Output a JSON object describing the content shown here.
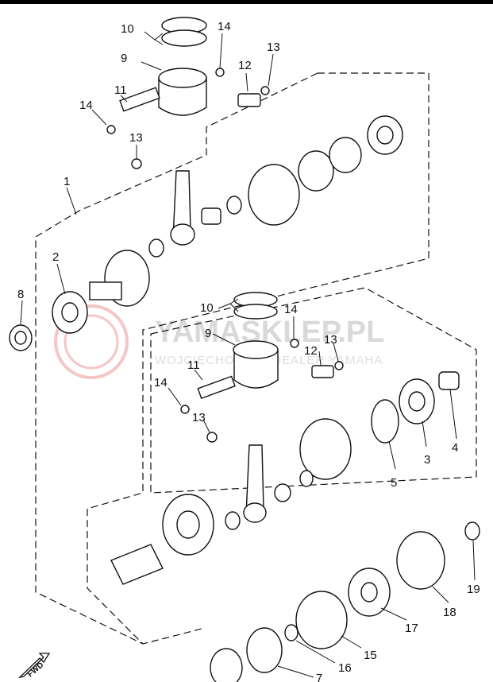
{
  "watermark": {
    "title": "YAMASKLEP.PL",
    "subtitle": "WOJCIECHOWICZ DEALER YAMAHA"
  },
  "fwd_label": "FWD",
  "callouts": [
    {
      "id": "c10a",
      "text": "10"
    },
    {
      "id": "c14a",
      "text": "14"
    },
    {
      "id": "c9a",
      "text": "9"
    },
    {
      "id": "c12a",
      "text": "12"
    },
    {
      "id": "c13a",
      "text": "13"
    },
    {
      "id": "c11a",
      "text": "11"
    },
    {
      "id": "c14b",
      "text": "14"
    },
    {
      "id": "c13b",
      "text": "13"
    },
    {
      "id": "c1",
      "text": "1"
    },
    {
      "id": "c2",
      "text": "2"
    },
    {
      "id": "c8",
      "text": "8"
    },
    {
      "id": "c10b",
      "text": "10"
    },
    {
      "id": "c14c",
      "text": "14"
    },
    {
      "id": "c9b",
      "text": "9"
    },
    {
      "id": "c12b",
      "text": "12"
    },
    {
      "id": "c13c",
      "text": "13"
    },
    {
      "id": "c11b",
      "text": "11"
    },
    {
      "id": "c14d",
      "text": "14"
    },
    {
      "id": "c13d",
      "text": "13"
    },
    {
      "id": "c3",
      "text": "3"
    },
    {
      "id": "c4",
      "text": "4"
    },
    {
      "id": "c5",
      "text": "5"
    },
    {
      "id": "c19",
      "text": "19"
    },
    {
      "id": "c18",
      "text": "18"
    },
    {
      "id": "c17",
      "text": "17"
    },
    {
      "id": "c15",
      "text": "15"
    },
    {
      "id": "c16",
      "text": "16"
    },
    {
      "id": "c7",
      "text": "7"
    }
  ]
}
